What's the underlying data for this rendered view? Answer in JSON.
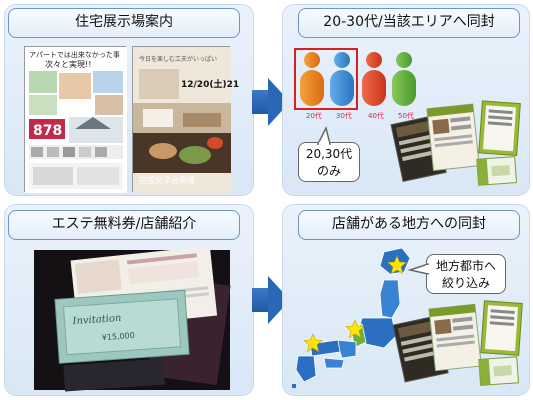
{
  "panels": {
    "top_left": {
      "title": "住宅展示場案内",
      "flyer1": {
        "line1": "アパートでは出来なかった事",
        "line2": "次々と実現!!",
        "number": "878"
      },
      "flyer2": {
        "header": "今日を楽しむ工夫がいっぱい",
        "date": "12/20(土)21",
        "footer": "完成見学会開催"
      }
    },
    "top_right": {
      "title": "20-30代/当該エリアへ同封",
      "figures": [
        {
          "label": "20代",
          "color": "#ee8a1e"
        },
        {
          "label": "30代",
          "color": "#3a90d6"
        },
        {
          "label": "40代",
          "color": "#e24a2a"
        },
        {
          "label": "50代",
          "color": "#5fae3a"
        }
      ],
      "callout": {
        "line1": "20,30代",
        "line2": "のみ"
      }
    },
    "bottom_left": {
      "title": "エステ無料券/店舗紹介",
      "ticket": {
        "script": "Invitation",
        "price": "¥15,000"
      }
    },
    "bottom_right": {
      "title": "店舗がある地方への同封",
      "callout": {
        "line1": "地方都市へ",
        "line2": "絞り込み"
      }
    }
  },
  "colors": {
    "panel_border": "#6f93c6",
    "arrow": "#2a67b6",
    "highlight_box": "#d62020",
    "star": "#ffe600"
  }
}
